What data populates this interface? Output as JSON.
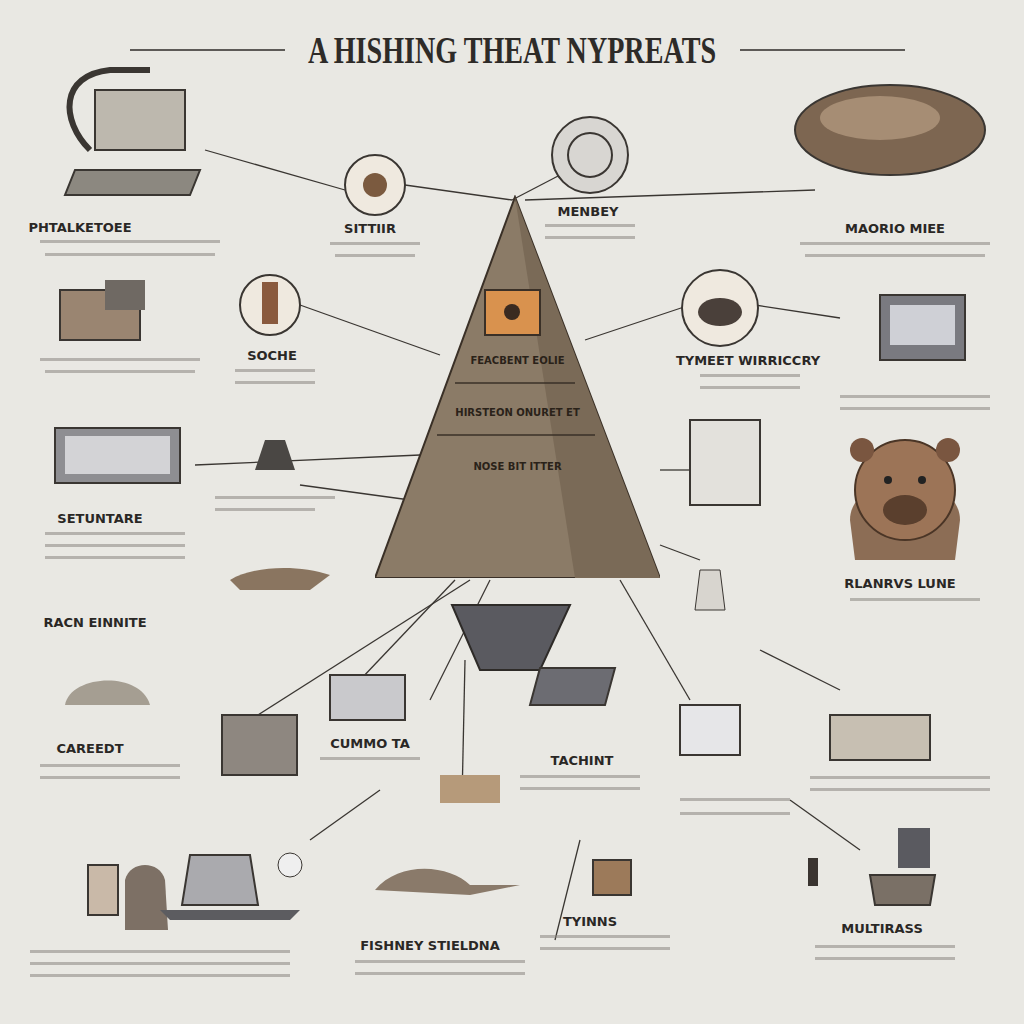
{
  "diagram": {
    "title": "A HISHING THEAT NYPREATS",
    "nodes": [
      {
        "text": [
          "FEACBENT EOLIE",
          "HIRSTEON ONURET ET",
          "NOSE BIT ITTER"
        ]
      }
    ],
    "labels": [
      "PHTALKETOEE",
      "SITTIIR",
      "MENBEY",
      "MAORIO MIEE",
      "SOCHE",
      "TYMEET WIRRICCRY",
      "SETUNTARE",
      "RACN EINNITE",
      "RLANRVS LUNE",
      "CAREEDT",
      "CUMMO TA",
      "TACHINT",
      "FISHNEY STIELDNA",
      "TYINNS",
      "MULTIRASS"
    ]
  }
}
